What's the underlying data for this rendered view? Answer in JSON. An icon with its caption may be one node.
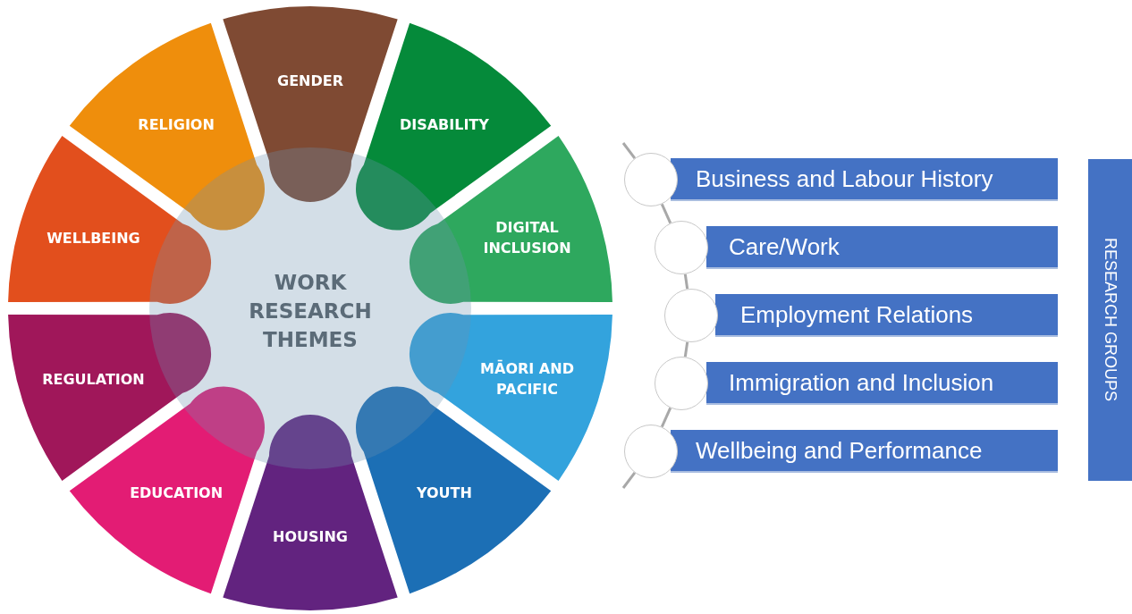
{
  "diagram": {
    "nodes": [
      {
        "text": [
          "WORK RESEARCH THEMES"
        ]
      },
      {
        "text": [
          "GENDER"
        ]
      },
      {
        "text": [
          "DISABILITY"
        ]
      },
      {
        "text": [
          "DIGITAL INCLUSION"
        ]
      },
      {
        "text": [
          "MĀORI AND PACIFIC"
        ]
      },
      {
        "text": [
          "YOUTH"
        ]
      },
      {
        "text": [
          "HOUSING"
        ]
      },
      {
        "text": [
          "EDUCATION"
        ]
      },
      {
        "text": [
          "REGULATION"
        ]
      },
      {
        "text": [
          "WELLBEING"
        ]
      },
      {
        "text": [
          "RELIGION"
        ]
      },
      {
        "text": [],
        "shape": "circle"
      },
      {
        "text": [
          "Business and Labour History"
        ]
      },
      {
        "text": [],
        "shape": "circle"
      },
      {
        "text": [
          "Care/Work"
        ]
      },
      {
        "text": [],
        "shape": "circle"
      },
      {
        "text": [
          "Employment Relations"
        ]
      },
      {
        "text": [],
        "shape": "circle"
      },
      {
        "text": [
          "Immigration and Inclusion"
        ]
      },
      {
        "text": [],
        "shape": "circle"
      },
      {
        "text": [
          "Wellbeing and Performance"
        ]
      },
      {
        "text": [
          "RESEARCH GROUPS"
        ]
      }
    ],
    "edges": [
      {
        "from": null,
        "to": 11,
        "arrow": "none"
      },
      {
        "from": 11,
        "to": 13,
        "arrow": "none"
      },
      {
        "from": 13,
        "to": 15,
        "arrow": "none"
      },
      {
        "from": 15,
        "to": 17,
        "arrow": "none"
      },
      {
        "from": 17,
        "to": 19,
        "arrow": "none"
      },
      {
        "from": 19,
        "to": null,
        "arrow": "none"
      }
    ]
  }
}
